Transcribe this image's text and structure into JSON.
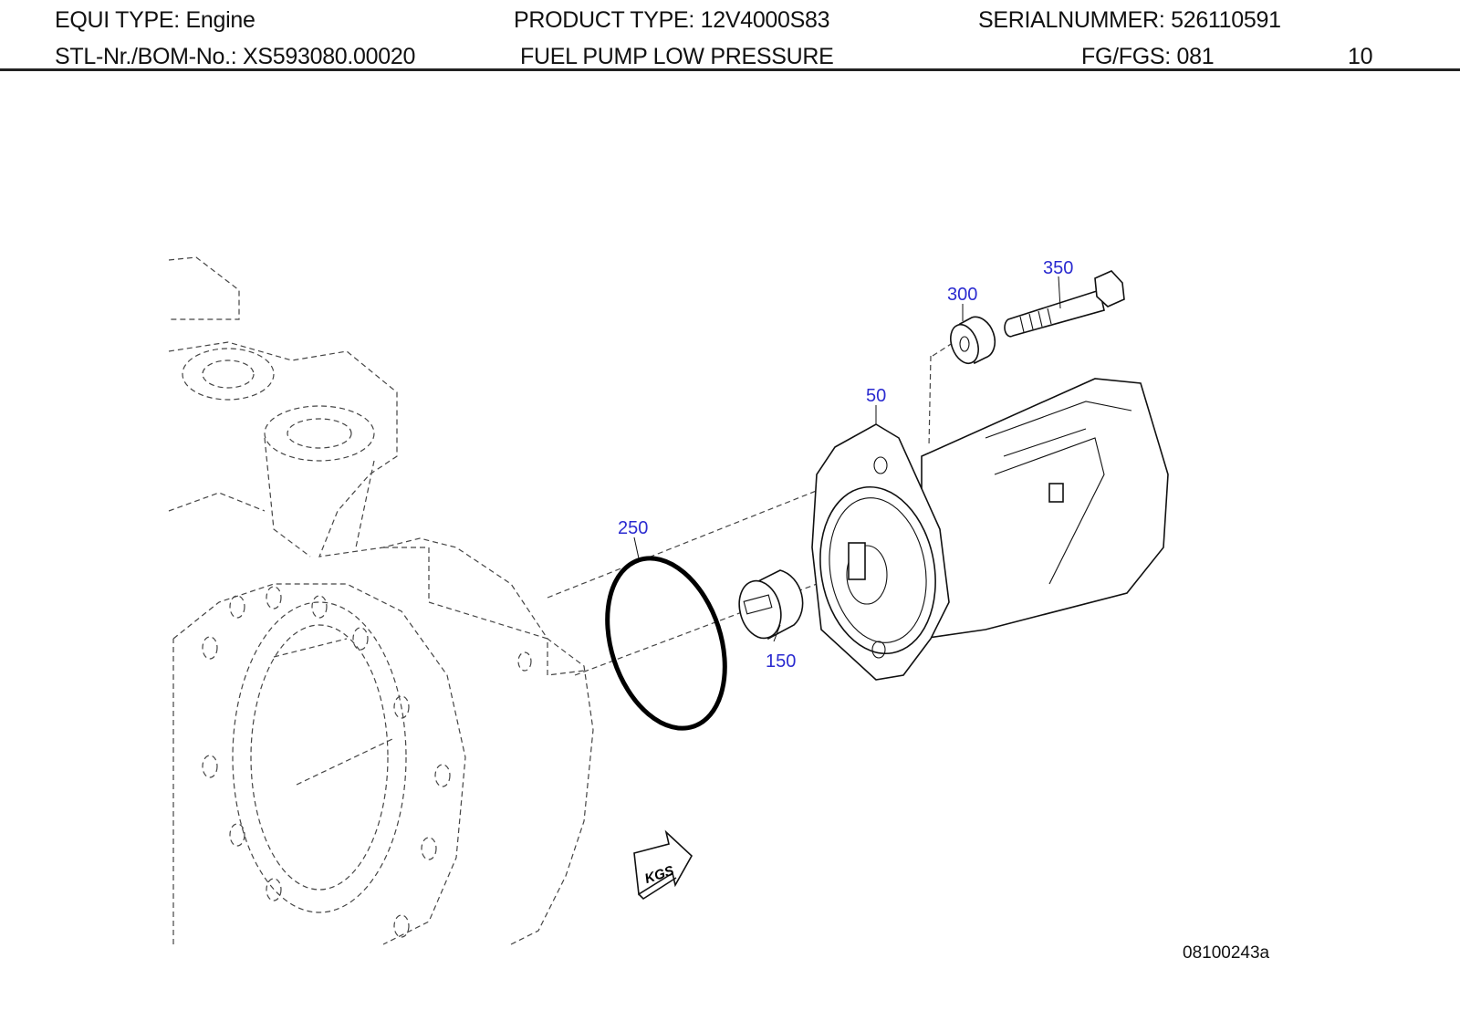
{
  "header": {
    "equi_type": "EQUI TYPE:  Engine",
    "product_type": "PRODUCT TYPE:  12V4000S83",
    "serial": "SERIALNUMMER:  526110591",
    "bom": "STL-Nr./BOM-No.:  XS593080.00020",
    "title": "FUEL PUMP LOW PRESSURE",
    "fg": "FG/FGS:  081",
    "page": "10"
  },
  "callouts": {
    "bolt": "350",
    "washer": "300",
    "pump": "50",
    "o_ring": "250",
    "coupling": "150"
  },
  "kgs_label": "KGS",
  "drawing_number": "08100243a",
  "colors": {
    "callout": "#2b2bd0",
    "line": "#111111"
  }
}
